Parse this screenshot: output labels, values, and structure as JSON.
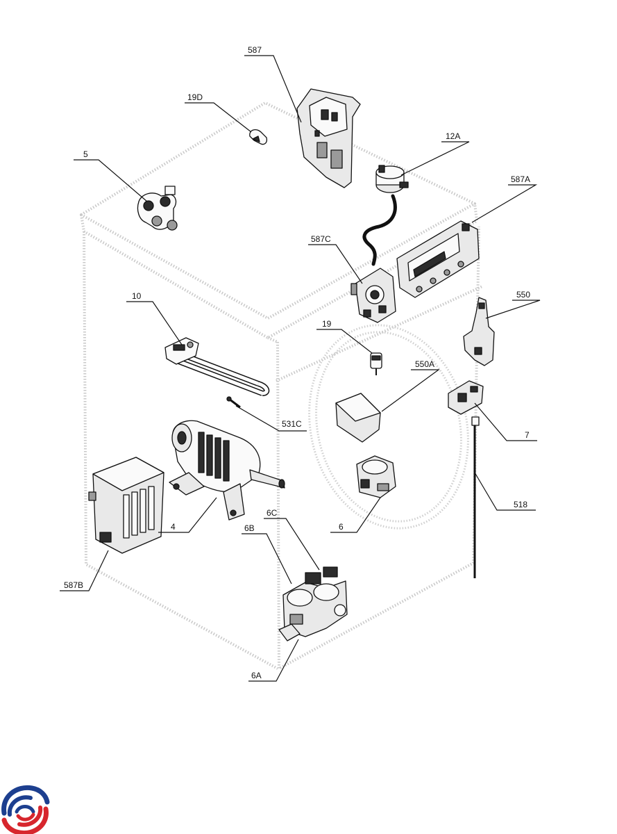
{
  "diagram": {
    "labels": {
      "l587": "587",
      "l19D": "19D",
      "l12A": "12A",
      "l5": "5",
      "l587A": "587A",
      "l587C": "587C",
      "l10": "10",
      "l550": "550",
      "l19": "19",
      "l550A": "550A",
      "l531C": "531C",
      "l7": "7",
      "l518": "518",
      "l4": "4",
      "l6": "6",
      "l6C": "6C",
      "l6B": "6B",
      "l587B": "587B",
      "l6A": "6A"
    },
    "logo_icon": "brand-swirl-logo",
    "colors": {
      "logo_blue": "#1d3f8f",
      "logo_red": "#d7262d",
      "line": "#111111",
      "cabinet": "#c9c9c9"
    }
  }
}
